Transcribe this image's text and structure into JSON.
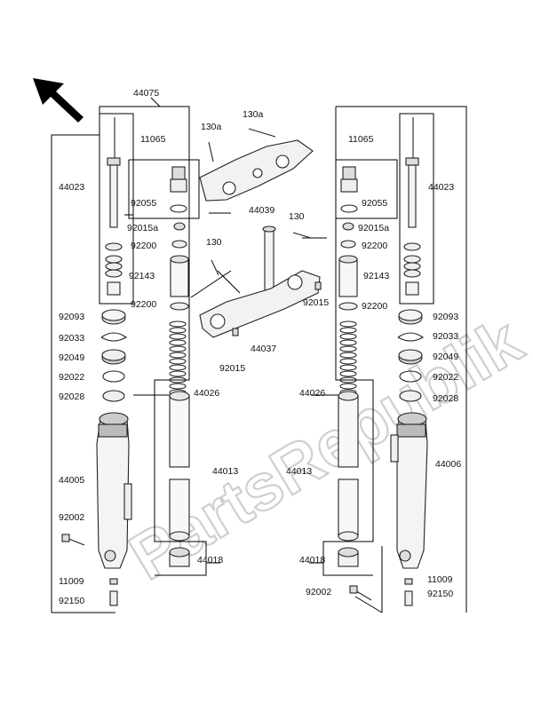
{
  "labels": {
    "l44075": "44075",
    "l130a_top": "130a",
    "l130a_left": "130a",
    "l11065_left": "11065",
    "l11065_right": "11065",
    "l44023_left": "44023",
    "l44023_right": "44023",
    "l92055_left": "92055",
    "l92055_right": "92055",
    "l44039": "44039",
    "l130_right": "130",
    "l130_left": "130",
    "l92015a_left": "92015a",
    "l92015a_right": "92015a",
    "l92200_left_top": "92200",
    "l92200_right_top": "92200",
    "l92143_left": "92143",
    "l92143_right": "92143",
    "l92200_left_mid": "92200",
    "l92200_right_mid": "92200",
    "l92015_right": "92015",
    "l92015_left": "92015",
    "l44037": "44037",
    "l92093_left": "92093",
    "l92093_right": "92093",
    "l92033_left": "92033",
    "l92033_right": "92033",
    "l92049_left": "92049",
    "l92049_right": "92049",
    "l92022_left": "92022",
    "l92022_right": "92022",
    "l92028_left": "92028",
    "l92028_right": "92028",
    "l44026_left": "44026",
    "l44026_right": "44026",
    "l44013_left": "44013",
    "l44013_right": "44013",
    "l44005": "44005",
    "l44006": "44006",
    "l92002_left": "92002",
    "l92002_right": "92002",
    "l44018_left": "44018",
    "l44018_right": "44018",
    "l11009_left": "11009",
    "l11009_right": "11009",
    "l92150_left": "92150",
    "l92150_right": "92150"
  },
  "watermark": "PartsRepublik"
}
